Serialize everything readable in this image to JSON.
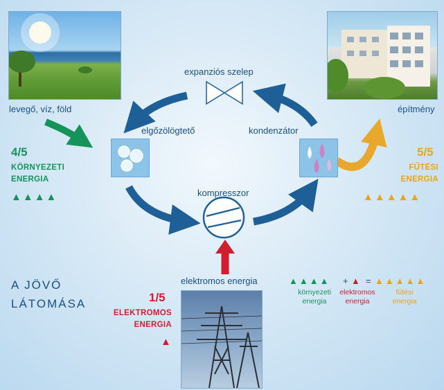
{
  "labels": {
    "expansion_valve": "expanziós szelep",
    "source": "levegő, víz, föld",
    "building": "építmény",
    "evaporator": "elgőzölögtető",
    "condenser": "kondenzátor",
    "compressor": "kompresszor",
    "electric_energy": "elektromos energia"
  },
  "left_block": {
    "fraction": "4/5",
    "line1": "KÖRNYEZETI",
    "line2": "ENERGIA",
    "triangles": "▲▲▲▲"
  },
  "right_block": {
    "fraction": "5/5",
    "line1": "FŰTÉSI",
    "line2": "ENERGIA",
    "triangles": "▲▲▲▲▲"
  },
  "electric_block": {
    "fraction": "1/5",
    "line1": "ELEKTROMOS",
    "line2": "ENERGIA",
    "triangle": "▲"
  },
  "vision": {
    "line1": "A JÖVŐ",
    "line2": "LÁTOMÁSA"
  },
  "equation": {
    "green_triangles": "▲▲▲▲",
    "plus": "+",
    "red_triangle": "▲",
    "equals": "=",
    "orange_triangles": "▲▲▲▲▲",
    "green_label_1": "környezeti",
    "green_label_2": "energia",
    "red_label_1": "elektromos",
    "red_label_2": "energia",
    "orange_label_1": "fűtési",
    "orange_label_2": "energia"
  },
  "colors": {
    "cycle_arrow": "#1f5f97",
    "environment_green": "#15935a",
    "electric_red": "#cf1f2e",
    "heat_orange": "#eaa31c",
    "label_blue": "#1a4f86"
  }
}
